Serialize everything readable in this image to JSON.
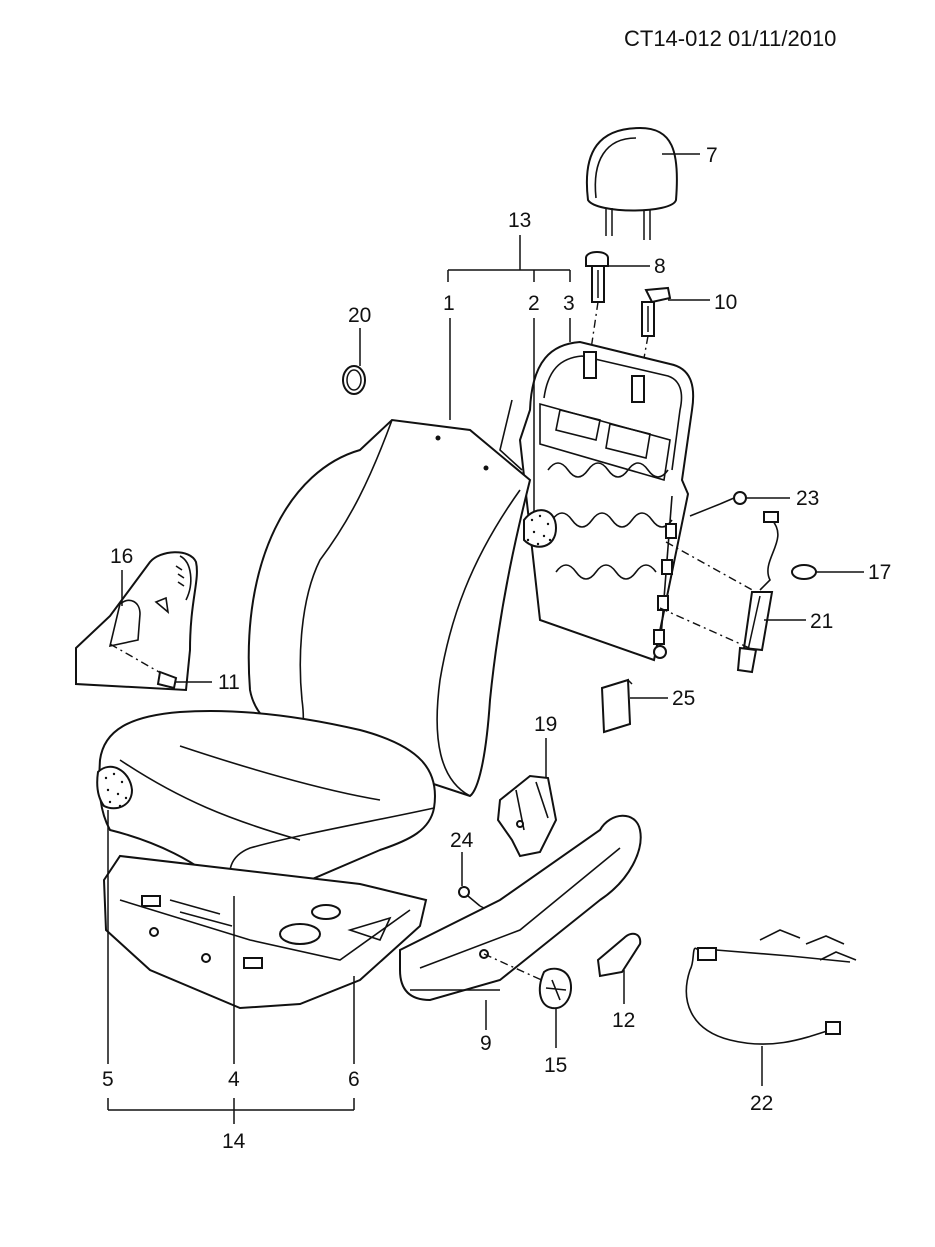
{
  "header": {
    "code": "CT14-012 01/11/2010"
  },
  "callouts": {
    "c1": "1",
    "c2": "2",
    "c3": "3",
    "c4": "4",
    "c5": "5",
    "c6": "6",
    "c7": "7",
    "c8": "8",
    "c9": "9",
    "c10": "10",
    "c11": "11",
    "c12": "12",
    "c13": "13",
    "c14": "14",
    "c15": "15",
    "c16": "16",
    "c17": "17",
    "c19": "19",
    "c20": "20",
    "c21": "21",
    "c22": "22",
    "c23": "23",
    "c24": "24",
    "c25": "25"
  }
}
